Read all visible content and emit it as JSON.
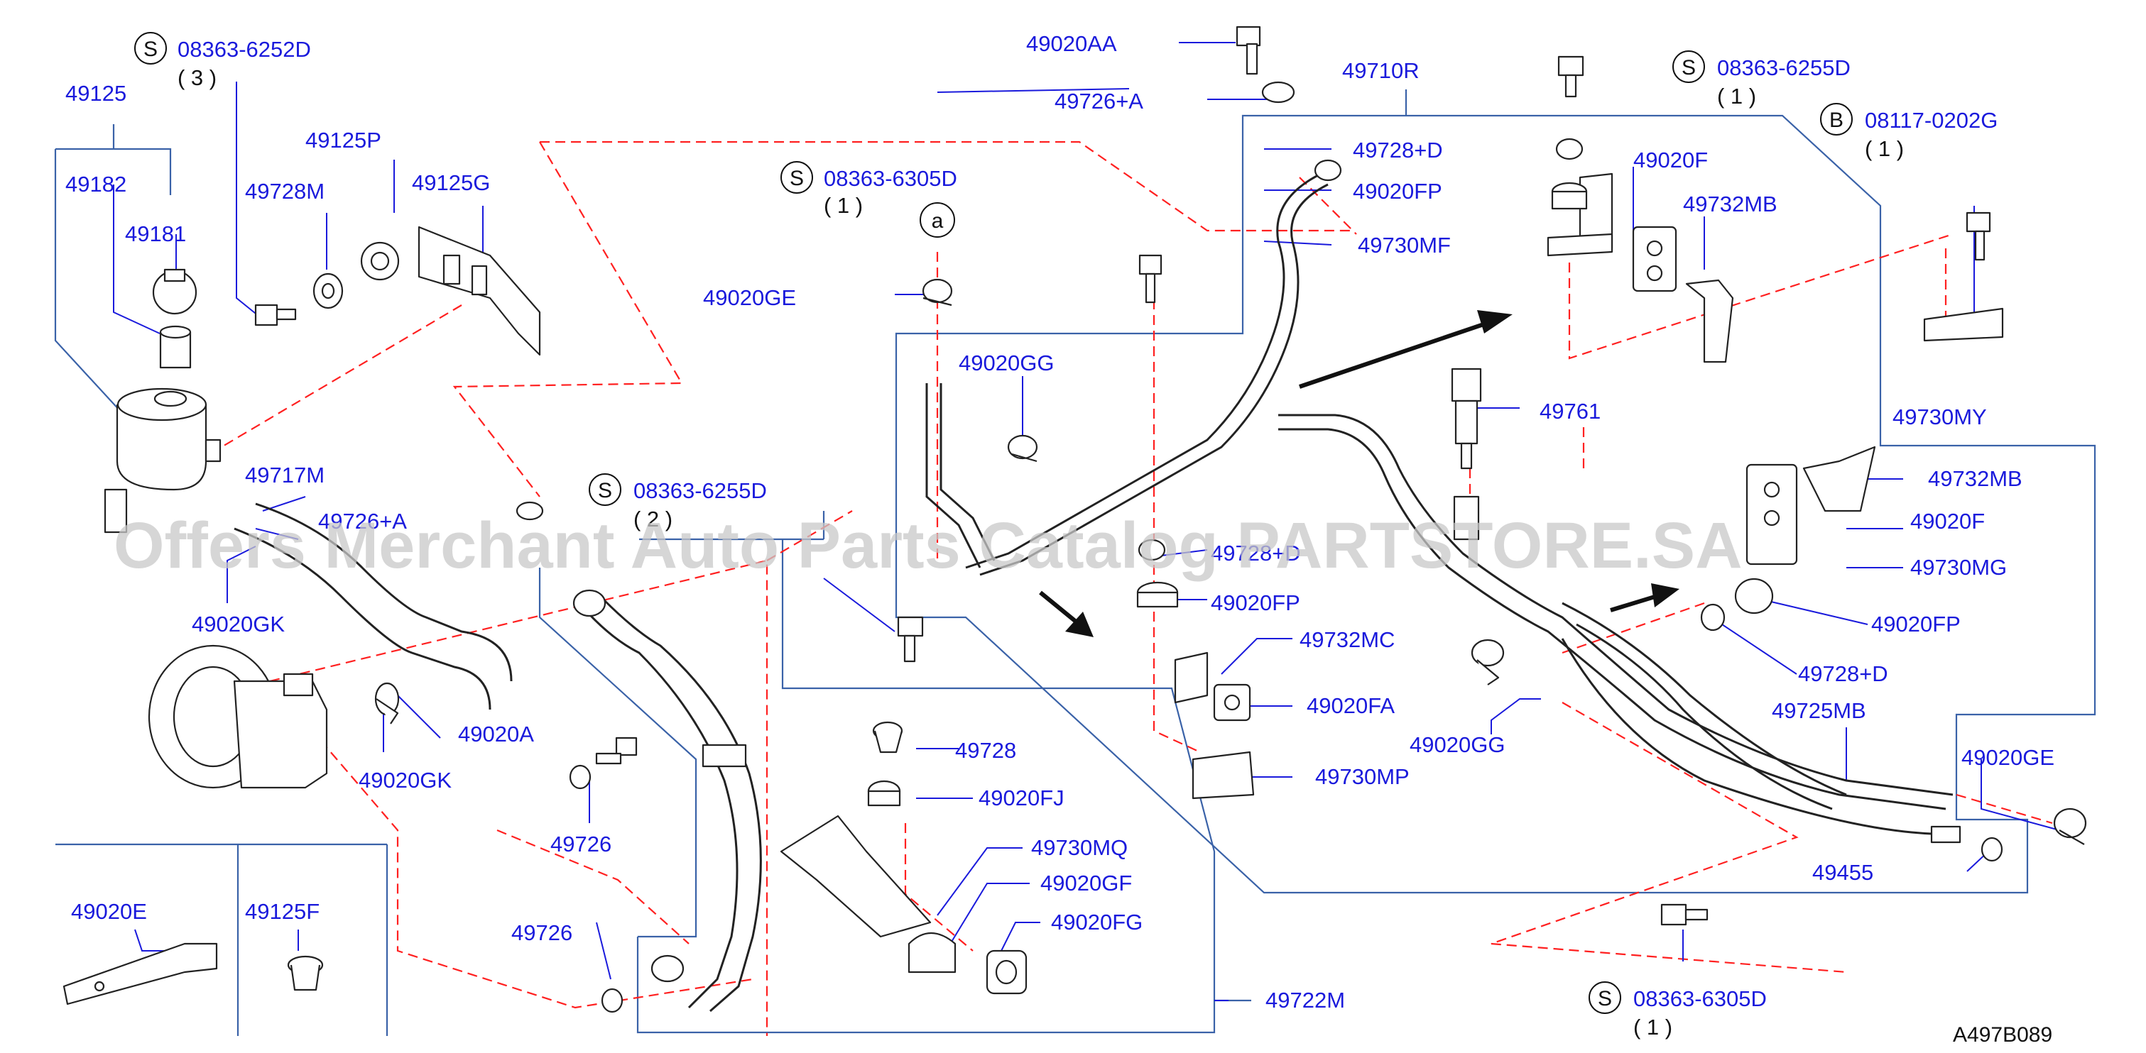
{
  "watermark": "Offers Merchant Auto Parts Catalog PARTSTORE.SA",
  "diagram_code": "A497B089",
  "callouts": [
    {
      "id": "s1",
      "mark": "S",
      "code": "08363-6252D",
      "qty": "( 3 )"
    },
    {
      "id": "s2",
      "mark": "S",
      "code": "08363-6305D",
      "qty": "( 1 )"
    },
    {
      "id": "s3",
      "mark": "S",
      "code": "08363-6255D",
      "qty": "( 1 )"
    },
    {
      "id": "b1",
      "mark": "B",
      "code": "08117-0202G",
      "qty": "( 1 )"
    },
    {
      "id": "s4",
      "mark": "S",
      "code": "08363-6255D",
      "qty": "( 2 )"
    },
    {
      "id": "s5",
      "mark": "S",
      "code": "08363-6305D",
      "qty": "( 1 )"
    }
  ],
  "ref_marker": "a",
  "labels": {
    "p49125": "49125",
    "p49182": "49182",
    "p49181": "49181",
    "p49728M": "49728M",
    "p49125P": "49125P",
    "p49125G": "49125G",
    "p49717M": "49717M",
    "p49726A": "49726+A",
    "p49020GK_a": "49020GK",
    "p49020GK_b": "49020GK",
    "p49020A": "49020A",
    "p49020E": "49020E",
    "p49125F": "49125F",
    "p49726_a": "49726",
    "p49726_b": "49726",
    "p49020AA": "49020AA",
    "p49726A_top": "49726+A",
    "p49710R": "49710R",
    "p49728D_top": "49728+D",
    "p49020FP_top": "49020FP",
    "p49730MF": "49730MF",
    "p49020F": "49020F",
    "p49732MB_top": "49732MB",
    "p49730MY": "49730MY",
    "p49020GE_left": "49020GE",
    "p49020GG_top": "49020GG",
    "p49761": "49761",
    "p49732MB_right": "49732MB",
    "p49020F_right": "49020F",
    "p49730MG": "49730MG",
    "p49728D_mid": "49728+D",
    "p49020FP_mid": "49020FP",
    "p49732MC": "49732MC",
    "p49020FA": "49020FA",
    "p49730MP": "49730MP",
    "p49020GG_bottom": "49020GG",
    "p49020FP_right": "49020FP",
    "p49728D_right": "49728+D",
    "p49725MB": "49725MB",
    "p49020GE_right": "49020GE",
    "p49455": "49455",
    "p49728": "49728",
    "p49020FJ": "49020FJ",
    "p49730MQ": "49730MQ",
    "p49020GF": "49020GF",
    "p49020FG": "49020FG",
    "p49722M": "49722M"
  }
}
